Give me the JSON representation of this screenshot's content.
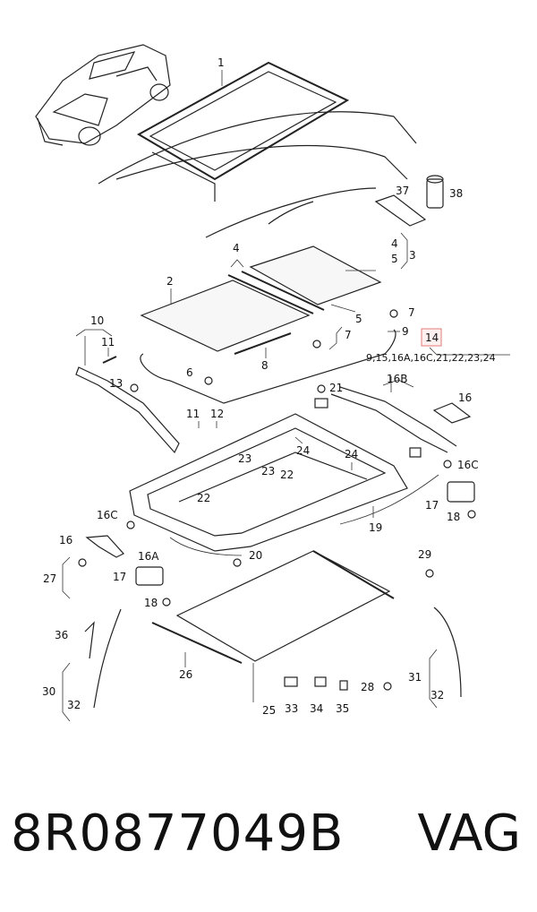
{
  "diagram": {
    "labels": [
      {
        "id": "1",
        "text": "1"
      },
      {
        "id": "2",
        "text": "2"
      },
      {
        "id": "3",
        "text": "3"
      },
      {
        "id": "4a",
        "text": "4"
      },
      {
        "id": "4b",
        "text": "4"
      },
      {
        "id": "5a",
        "text": "5"
      },
      {
        "id": "5b",
        "text": "5"
      },
      {
        "id": "6",
        "text": "6"
      },
      {
        "id": "7a",
        "text": "7"
      },
      {
        "id": "7b",
        "text": "7"
      },
      {
        "id": "8",
        "text": "8"
      },
      {
        "id": "9",
        "text": "9"
      },
      {
        "id": "10",
        "text": "10"
      },
      {
        "id": "11a",
        "text": "11"
      },
      {
        "id": "11b",
        "text": "11"
      },
      {
        "id": "12",
        "text": "12"
      },
      {
        "id": "13",
        "text": "13"
      },
      {
        "id": "14",
        "text": "14"
      },
      {
        "id": "14list",
        "text": "9,15,16A,16C,21,22,23,24"
      },
      {
        "id": "16a",
        "text": "16"
      },
      {
        "id": "16b",
        "text": "16"
      },
      {
        "id": "16B",
        "text": "16B"
      },
      {
        "id": "16Ca",
        "text": "16C"
      },
      {
        "id": "16Cb",
        "text": "16C"
      },
      {
        "id": "16A",
        "text": "16A"
      },
      {
        "id": "17a",
        "text": "17"
      },
      {
        "id": "17b",
        "text": "17"
      },
      {
        "id": "18a",
        "text": "18"
      },
      {
        "id": "18b",
        "text": "18"
      },
      {
        "id": "19",
        "text": "19"
      },
      {
        "id": "20",
        "text": "20"
      },
      {
        "id": "21",
        "text": "21"
      },
      {
        "id": "22a",
        "text": "22"
      },
      {
        "id": "22b",
        "text": "22"
      },
      {
        "id": "23a",
        "text": "23"
      },
      {
        "id": "23b",
        "text": "23"
      },
      {
        "id": "24a",
        "text": "24"
      },
      {
        "id": "24b",
        "text": "24"
      },
      {
        "id": "25",
        "text": "25"
      },
      {
        "id": "26",
        "text": "26"
      },
      {
        "id": "27",
        "text": "27"
      },
      {
        "id": "28",
        "text": "28"
      },
      {
        "id": "29",
        "text": "29"
      },
      {
        "id": "30",
        "text": "30"
      },
      {
        "id": "31",
        "text": "31"
      },
      {
        "id": "32a",
        "text": "32"
      },
      {
        "id": "32b",
        "text": "32"
      },
      {
        "id": "33",
        "text": "33"
      },
      {
        "id": "34",
        "text": "34"
      },
      {
        "id": "35",
        "text": "35"
      },
      {
        "id": "36",
        "text": "36"
      },
      {
        "id": "37",
        "text": "37"
      },
      {
        "id": "38",
        "text": "38"
      }
    ],
    "highlight_color": "#e07a7a"
  },
  "footer": {
    "part_number": "8R0877049B",
    "brand": "VAG"
  }
}
